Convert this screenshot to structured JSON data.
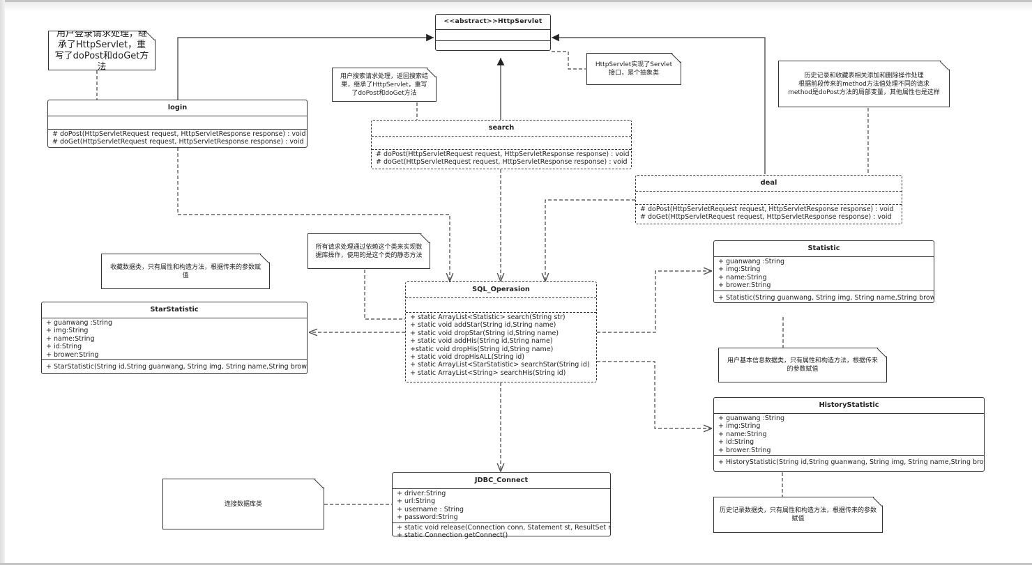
{
  "diagram": {
    "type": "uml-class-diagram",
    "classes": {
      "httpservlet": {
        "title": "<<abstract>>HttpServlet",
        "attributes": [],
        "methods": []
      },
      "login": {
        "title": "login",
        "attributes": [],
        "methods": [
          "# doPost(HttpServletRequest request, HttpServletResponse response) : void",
          "# doGet(HttpServletRequest request, HttpServletResponse response) : void"
        ]
      },
      "search": {
        "title": "search",
        "attributes": [],
        "methods": [
          "# doPost(HttpServletRequest request, HttpServletResponse response) : void",
          "# doGet(HttpServletRequest request, HttpServletResponse response) : void"
        ]
      },
      "deal": {
        "title": "deal",
        "attributes": [],
        "methods": [
          "# doPost(HttpServletRequest request, HttpServletResponse response) : void",
          "# doGet(HttpServletRequest request, HttpServletResponse response) : void"
        ]
      },
      "sql_operasion": {
        "title": "SQL_Operasion",
        "attributes": [],
        "methods": [
          "+ static ArrayList<Statistic> search(String str)",
          "+ static void addStar(String id,String name)",
          "+ static void dropStar(String id,String name)",
          "+ static void addHis(String id,String name)",
          "+static void dropHis(String id,String name)",
          "+ static void dropHisALL(String id)",
          "+ static ArrayList<StarStatistic> searchStar(String id)",
          "+ static ArrayList<String> searchHis(String id)"
        ]
      },
      "star_statistic": {
        "title": "StarStatistic",
        "attributes": [
          "+ guanwang :String",
          "+ img:String",
          "+ name:String",
          "+ id:String",
          "+ brower:String"
        ],
        "methods": [
          "+ StarStatistic(String id,String guanwang, String img, String name,String brower)"
        ]
      },
      "statistic": {
        "title": "Statistic",
        "attributes": [
          "+ guanwang :String",
          "+ img:String",
          "+ name:String",
          "+ brower:String"
        ],
        "methods": [
          "+ Statistic(String guanwang, String img, String name,String brower)"
        ]
      },
      "history_statistic": {
        "title": "HistoryStatistic",
        "attributes": [
          "+ guanwang :String",
          "+ img:String",
          "+ name:String",
          "+ id:String",
          "+ brower:String"
        ],
        "methods": [
          "+ HistoryStatistic(String id,String guanwang, String img, String name,String brower)"
        ]
      },
      "jdbc_connect": {
        "title": "JDBC_Connect",
        "attributes": [
          "+ driver:String",
          "+ url:String",
          "+ username : String",
          "+ password:String"
        ],
        "methods": [
          "+ static void release(Connection conn, Statement st, ResultSet rs)",
          "+  static Connection getConnect()"
        ]
      }
    },
    "notes": {
      "login_note": "用户登录请求处理，继承了HttpServlet，重写了doPost和doGet方法",
      "search_note": "用户搜索请求处理，返回搜索结果，继承了HttpServlet，重写了doPost和doGet方法",
      "servlet_note": "HttpServlet实现了Servlet接口，是个抽象类",
      "deal_note_lines": [
        "历史记录和收藏表相关添加和删除操作处理",
        "根据前段传来的method方法值处理不同的请求",
        "method是doPost方法的局部变量，其他属性也是这样"
      ],
      "star_note": "收藏数据类，只有属性和构造方法，根据传来的参数赋值",
      "sql_note": "所有请求处理通过依赖这个类来实现数据库操作，使用的是这个类的静态方法",
      "statistic_note": "用户基本信息数据类，只有属性和构造方法，根据传来的参数赋值",
      "history_note": "历史记录数据类，只有属性和构造方法，根据传来的参数赋值",
      "jdbc_note": "连接数据库类"
    },
    "relationships": [
      {
        "from": "login",
        "to": "httpservlet",
        "kind": "generalization"
      },
      {
        "from": "search",
        "to": "httpservlet",
        "kind": "generalization"
      },
      {
        "from": "deal",
        "to": "httpservlet",
        "kind": "generalization"
      },
      {
        "from": "login",
        "to": "sql_operasion",
        "kind": "dependency"
      },
      {
        "from": "search",
        "to": "sql_operasion",
        "kind": "dependency"
      },
      {
        "from": "deal",
        "to": "sql_operasion",
        "kind": "dependency"
      },
      {
        "from": "sql_operasion",
        "to": "star_statistic",
        "kind": "dependency"
      },
      {
        "from": "sql_operasion",
        "to": "statistic",
        "kind": "dependency"
      },
      {
        "from": "sql_operasion",
        "to": "history_statistic",
        "kind": "dependency"
      },
      {
        "from": "sql_operasion",
        "to": "jdbc_connect",
        "kind": "dependency"
      }
    ]
  }
}
